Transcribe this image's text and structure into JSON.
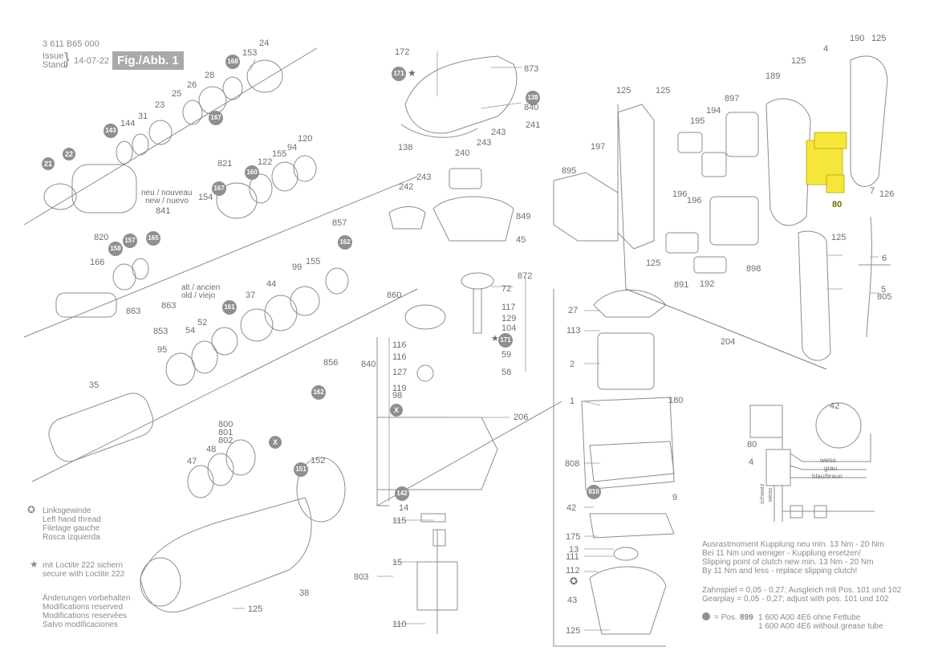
{
  "header": {
    "doc_number": "3 611 B65 000",
    "issue_label_1": "Issue",
    "issue_label_2": "Stand",
    "issue_date": "14-07-22",
    "figure_label": "Fig./Abb. 1"
  },
  "callouts": {
    "c21": "21",
    "c22": "22",
    "c143": "143",
    "c168": "168",
    "c167": "167",
    "c160": "160",
    "c165": "165",
    "c158": "158",
    "c157": "157",
    "c162a": "162",
    "c161": "161",
    "c162b": "162",
    "c151": "151",
    "c171a": "171",
    "c138": "138",
    "c171b": "171",
    "c142": "142",
    "c810": "810",
    "cx1": "X",
    "cx2": "X"
  },
  "labels": {
    "l24": "24",
    "l153": "153",
    "l28": "28",
    "l26": "26",
    "l25": "25",
    "l23": "23",
    "l31": "31",
    "l144": "144",
    "l120": "120",
    "l94": "94",
    "l155a": "155",
    "l122": "122",
    "l821": "821",
    "l154": "154",
    "l841": "841",
    "l820": "820",
    "l166": "166",
    "l863a": "863",
    "l863b": "863",
    "l857": "857",
    "l99": "99",
    "l155b": "155",
    "l44": "44",
    "l37": "37",
    "l853": "853",
    "l95": "95",
    "l54": "54",
    "l52": "52",
    "l35": "35",
    "l856": "856",
    "l800": "800",
    "l801": "801",
    "l802": "802",
    "l48": "48",
    "l47": "47",
    "l152": "152",
    "l38": "38",
    "l125a": "125",
    "l172": "172",
    "l873": "873",
    "l840a": "840",
    "l138": "138",
    "l241": "241",
    "l243a": "243",
    "l240": "240",
    "l243b": "243",
    "l242": "242",
    "l243c": "243",
    "l849": "849",
    "l45": "45",
    "l872": "872",
    "l72": "72",
    "l117": "117",
    "l129": "129",
    "l104": "104",
    "l59": "59",
    "l58": "58",
    "l860": "860",
    "l116a": "116",
    "l116b": "116",
    "l840b": "840",
    "l127": "127",
    "l119": "119",
    "l98": "98",
    "l206": "206",
    "l14": "14",
    "l115a": "115",
    "l15": "15",
    "l803": "803",
    "l110": "110",
    "l27": "27",
    "l113": "113",
    "l2": "2",
    "l1": "1",
    "l180": "180",
    "l808": "808",
    "l9": "9",
    "l42a": "42",
    "l175": "175",
    "l13": "13",
    "l111": "111",
    "l112": "112",
    "l43": "43",
    "l125b": "125",
    "l190": "190",
    "l125c": "125",
    "l4a": "4",
    "l125d": "125",
    "l189": "189",
    "l897": "897",
    "l125e": "125",
    "l125f": "125",
    "l194": "194",
    "l195": "195",
    "l197": "197",
    "l895": "895",
    "l196a": "196",
    "l196b": "196",
    "l80a": "80",
    "l7": "7",
    "l126": "126",
    "l125g": "125",
    "l6": "6",
    "l5": "5",
    "l805": "805",
    "l125h": "125",
    "l891": "891",
    "l192": "192",
    "l898": "898",
    "l204": "204",
    "l42b": "42",
    "l80b": "80",
    "l4b": "4"
  },
  "annotations": {
    "new_variant": [
      "neu / nouveau",
      "new / nuevo"
    ],
    "old_variant": [
      "alt / ancien",
      "old / viejo"
    ]
  },
  "wiring": {
    "white": "weiss",
    "grey": "grau",
    "blue_brown": "blau/braun",
    "black": "schwarz",
    "white_vertical": "weiss"
  },
  "legend": {
    "left_thread": [
      "Linksgewinde",
      "Left hand thread",
      "Filetage gauche",
      "Rosca izquierda"
    ],
    "loctite": [
      "mit Loctite 222 sichern",
      "secure with Loctite 222"
    ],
    "reserved": [
      "Änderungen vorbehalten",
      "Modifications reserved",
      "Modifications reservées",
      "Salvo modificaciones"
    ]
  },
  "notes": {
    "clutch": [
      "Ausrastmoment Kupplung neu min. 13 Nm - 20 Nm",
      "Bei 11 Nm und weniger - Kupplung ersetzen!",
      "Slipping point of clutch new min. 13 Nm - 20 Nm",
      "By 11 Nm and less - replace slipping clutch!"
    ],
    "gearplay": [
      "Zahnspiel = 0,05 - 0,27;  Ausgleich mit Pos. 101 und 102",
      "Gearplay  = 0,05 - 0,27;  adjust with pos. 101 und 102"
    ],
    "pos899_prefix": "= Pos.",
    "pos899_number": "899",
    "pos899_lines": [
      "1 600 A00 4E6 ohne Fettube",
      "1 600 A00 4E6 without grease tube"
    ]
  },
  "colors": {
    "line": "#8c8c8c",
    "callout_fill": "#8f8f8f",
    "highlight_yellow": "#f6e63c",
    "figbox": "#a9a9a9"
  }
}
